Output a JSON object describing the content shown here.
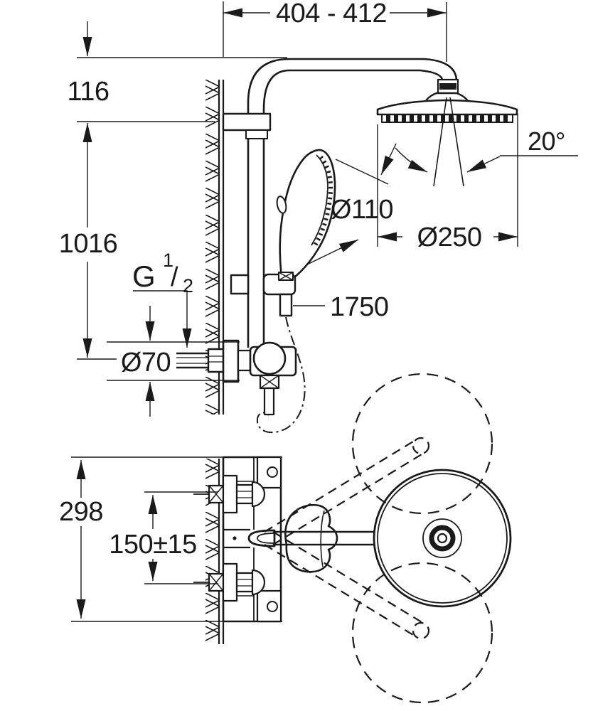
{
  "drawing_type": "technical-dimension-drawing",
  "subject": "wall-mounted shower system with head shower, hand shower and thermostatic mixer (front view and plan view with swivel range)",
  "colors": {
    "line": "#1a1a1a",
    "background": "#ffffff"
  },
  "dims": {
    "top_width": "404 - 412",
    "head_offset": "116",
    "rail_height": "1016",
    "thread_g": "G",
    "thread_num": "1",
    "thread_slash": "/",
    "thread_den": "2",
    "escutcheon_dia": "Ø70",
    "hand_shower_dia": "Ø110",
    "head_shower_dia": "Ø250",
    "swivel_angle": "20°",
    "hose_length": "1750",
    "plate_height": "298",
    "inlet_spacing": "150±15"
  }
}
